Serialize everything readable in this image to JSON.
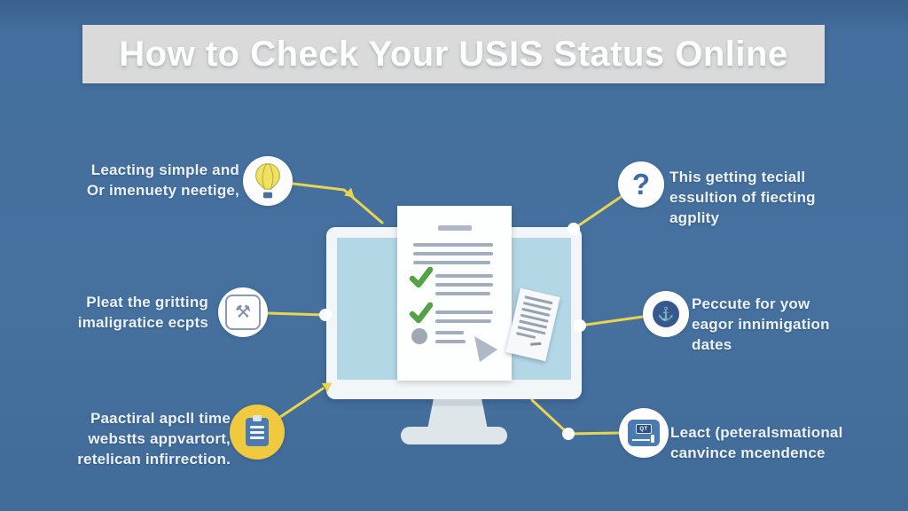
{
  "title": "How to Check Your USIS Status Online",
  "callouts": {
    "top_left": {
      "icon": "hot-air-balloon-icon",
      "lines": [
        "Leacting simple and",
        "Or imenuety neetige,"
      ]
    },
    "mid_left": {
      "icon": "tools-icon",
      "glyph": "⚒",
      "lines": [
        "Pleat the gritting",
        "imaligratice ecpts"
      ]
    },
    "bottom_left": {
      "icon": "clipboard-icon",
      "lines": [
        "Paactiral apcll time",
        "webstts appvartort,",
        "retelican infirrection."
      ]
    },
    "top_right": {
      "icon": "question-mark-icon",
      "glyph": "?",
      "lines": [
        "This getting teciall",
        "essultion of fiecting",
        "agplity"
      ]
    },
    "mid_right": {
      "icon": "anchor-icon",
      "glyph": "⚓",
      "lines": [
        "Peccute for yow",
        "eagor innimigation",
        "dates"
      ]
    },
    "bottom_right": {
      "icon": "printer-icon",
      "label": "QT",
      "lines": [
        "Leact (peteralsmational",
        "canvince mcendence"
      ]
    }
  },
  "colors": {
    "background": "#46719f",
    "banner": "#d9dad9",
    "accent_yellow": "#e7d54f",
    "check_green": "#54a244",
    "screen_blue": "#b3d7e5",
    "icon_blue": "#4a7ab2",
    "text": "#ecf2f8"
  }
}
